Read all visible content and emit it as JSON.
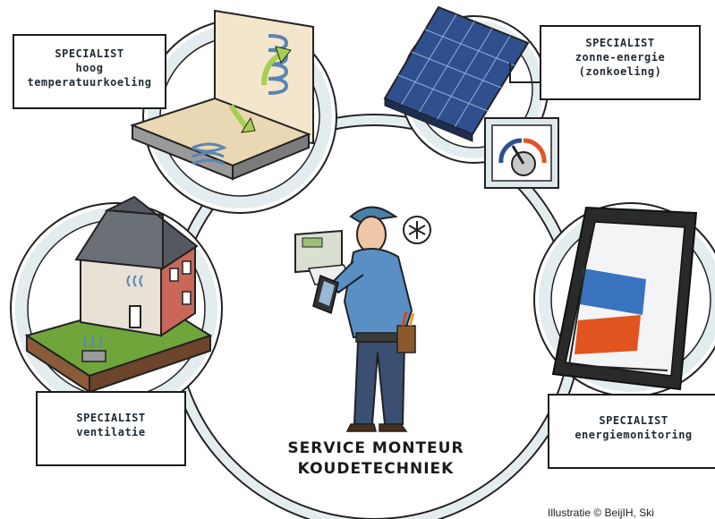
{
  "specialists": {
    "top_left": {
      "heading": "SPECIALIST",
      "lines": [
        "hoog",
        "temperatuurkoeling"
      ]
    },
    "top_right": {
      "heading": "SPECIALIST",
      "lines": [
        "zonne-energie",
        "(zonkoeling)"
      ]
    },
    "bottom_left": {
      "heading": "SPECIALIST",
      "lines": [
        "ventilatie"
      ]
    },
    "bottom_right": {
      "heading": "SPECIALIST",
      "lines": [
        "energiemonitoring"
      ]
    }
  },
  "center": {
    "line1": "SERVICE MONTEUR",
    "line2": "KOUDETECHNIEK"
  },
  "credit": "Illustratie © BeijIH, Ski",
  "icons": [
    "heat-panel-icon",
    "solar-panel-icon",
    "gauge-icon",
    "house-icon",
    "tablet-chart-icon",
    "technician-icon",
    "snowflake-icon",
    "control-panel-icon"
  ],
  "colors": {
    "ring": "#dfe8ec",
    "ring_outline": "#222222",
    "panel_blue": "#2f4f8f",
    "chart_blue": "#3a74c0",
    "chart_orange": "#e2541f",
    "house_wall": "#c8675a",
    "grass": "#6fa53b"
  }
}
